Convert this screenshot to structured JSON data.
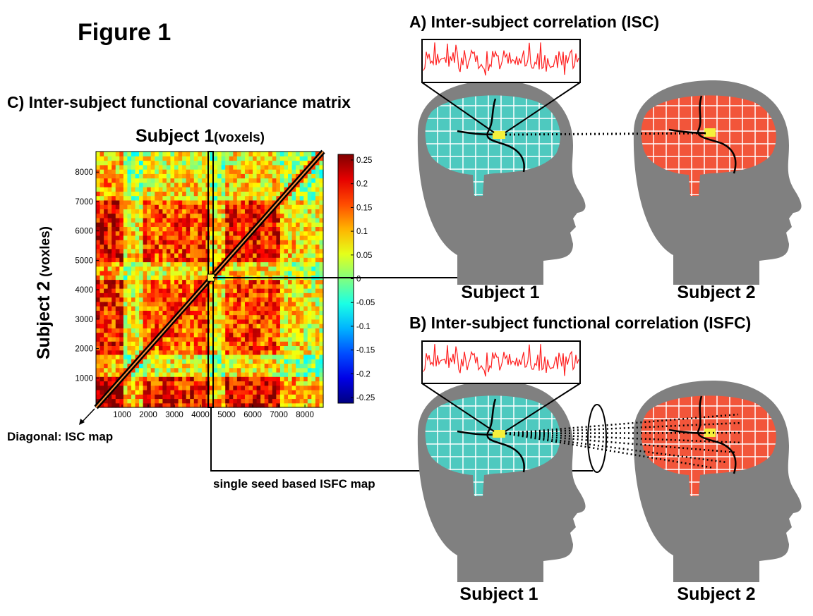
{
  "figure_title": "Figure 1",
  "panel_a": {
    "title": "A) Inter-subject correlation (ISC)",
    "subject1_label": "Subject 1",
    "subject2_label": "Subject 2"
  },
  "panel_b": {
    "title": "B) Inter-subject functional correlation (ISFC)",
    "subject1_label": "Subject 1",
    "subject2_label": "Subject 2"
  },
  "panel_c": {
    "title": "C) Inter-subject functional covariance matrix",
    "xlabel_main": "Subject 1",
    "xlabel_unit": "(voxels)",
    "ylabel_main": "Subject 2",
    "ylabel_unit": "(voxles)",
    "diagonal_note": "Diagonal: ISC map",
    "seed_note": "single seed based ISFC map"
  },
  "colors": {
    "head": "#808080",
    "brain_subject1": "#4ec9bf",
    "brain_subject2": "#f2553a",
    "seed": "#f5f03c",
    "signal": "#ff2020"
  },
  "chart_data": {
    "type": "heatmap",
    "title": "C) Inter-subject functional covariance matrix",
    "xlabel": "Subject 1(voxels)",
    "ylabel": "Subject 2 (voxles)",
    "x_ticks": [
      1000,
      2000,
      3000,
      4000,
      5000,
      6000,
      7000,
      8000
    ],
    "y_ticks": [
      1000,
      2000,
      3000,
      4000,
      5000,
      6000,
      7000,
      8000
    ],
    "xlim": [
      0,
      8700
    ],
    "ylim": [
      0,
      8700
    ],
    "colorbar_ticks": [
      0.25,
      0.2,
      0.15,
      0.1,
      0.05,
      0,
      -0.05,
      -0.1,
      -0.15,
      -0.2,
      -0.25
    ],
    "colorbar_labels": [
      "0.25",
      "0.2",
      "0.15",
      "0.1",
      "0.05",
      "0",
      "-0.05",
      "-0.1",
      "-0.15",
      "-0.2",
      "-0.25"
    ],
    "clim": [
      -0.25,
      0.28
    ],
    "colormap": "jet",
    "seed_voxel": 4400,
    "blocks": [
      {
        "range": [
          0,
          1000
        ],
        "value": 0.26
      },
      {
        "range": [
          1000,
          1800
        ],
        "value": 0.03
      },
      {
        "range": [
          1800,
          4400
        ],
        "value": 0.17
      },
      {
        "range": [
          4400,
          5000
        ],
        "value": 0.04
      },
      {
        "range": [
          5000,
          7000
        ],
        "value": 0.2
      },
      {
        "range": [
          7000,
          8000
        ],
        "value": 0.05
      },
      {
        "range": [
          8000,
          8700
        ],
        "value": 0.02
      }
    ]
  }
}
